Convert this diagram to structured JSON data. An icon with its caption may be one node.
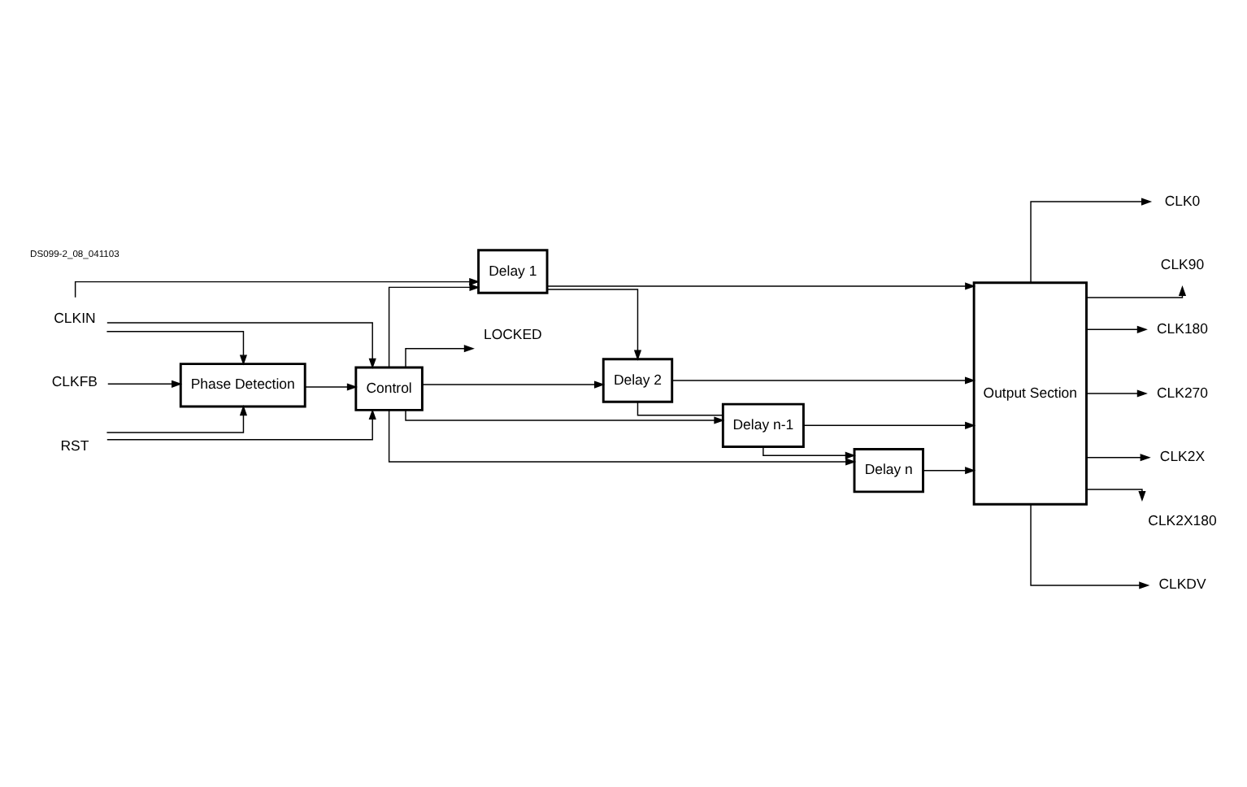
{
  "diagram": {
    "nodes": [
      {
        "text": [
          "CLKIN"
        ]
      },
      {
        "text": [
          "Delay 1"
        ]
      },
      {
        "text": [
          "Delay 2"
        ]
      },
      {
        "text": [
          "Delay n-1"
        ]
      },
      {
        "text": [
          "Delay n"
        ]
      },
      {
        "text": [
          "Output Section"
        ]
      },
      {
        "text": [
          "Control"
        ]
      },
      {
        "text": [
          "Phase Detection"
        ]
      },
      {
        "text": [
          "CLKFB"
        ]
      },
      {
        "text": [
          "RST"
        ]
      },
      {
        "text": [
          "CLK0"
        ]
      },
      {
        "text": [
          "CLK90"
        ]
      },
      {
        "text": [
          "CLK180"
        ]
      },
      {
        "text": [
          "CLK270"
        ]
      },
      {
        "text": [
          "CLK2X"
        ]
      },
      {
        "text": [
          "CLK2X180"
        ]
      },
      {
        "text": [
          "CLKDV"
        ]
      },
      {
        "text": [
          "LOCKED"
        ]
      }
    ],
    "edges": [
      {
        "from": 0,
        "to": 1,
        "arrow": "to"
      },
      {
        "from": 0,
        "to": 6,
        "arrow": "to"
      },
      {
        "from": 0,
        "to": 7,
        "arrow": "to"
      },
      {
        "from": 1,
        "to": 2,
        "arrow": "to"
      },
      {
        "from": 1,
        "to": 5,
        "arrow": "to"
      },
      {
        "from": 2,
        "to": 3,
        "arrow": "none"
      },
      {
        "from": 2,
        "to": 5,
        "arrow": "to"
      },
      {
        "from": 3,
        "to": 4,
        "arrow": "to"
      },
      {
        "from": 3,
        "to": 5,
        "arrow": "to"
      },
      {
        "from": 4,
        "to": 5,
        "arrow": "to"
      },
      {
        "from": 6,
        "to": 1,
        "arrow": "to"
      },
      {
        "from": 6,
        "to": 2,
        "arrow": "to"
      },
      {
        "from": 6,
        "to": 3,
        "arrow": "to"
      },
      {
        "from": 6,
        "to": 4,
        "arrow": "to"
      },
      {
        "from": 6,
        "to": 17,
        "arrow": "to"
      },
      {
        "from": 7,
        "to": 6,
        "arrow": "to"
      },
      {
        "from": 8,
        "to": 7,
        "arrow": "to"
      },
      {
        "from": 9,
        "to": 7,
        "arrow": "to"
      },
      {
        "from": 9,
        "to": 6,
        "arrow": "to"
      },
      {
        "from": 5,
        "to": 10,
        "arrow": "to"
      },
      {
        "from": 5,
        "to": 11,
        "arrow": "to"
      },
      {
        "from": 5,
        "to": 12,
        "arrow": "to"
      },
      {
        "from": 5,
        "to": 13,
        "arrow": "to"
      },
      {
        "from": 5,
        "to": 14,
        "arrow": "to"
      },
      {
        "from": 5,
        "to": 15,
        "arrow": "to"
      },
      {
        "from": 5,
        "to": 16,
        "arrow": "to"
      }
    ],
    "labels": [
      "DS099-2_08_041103"
    ]
  }
}
